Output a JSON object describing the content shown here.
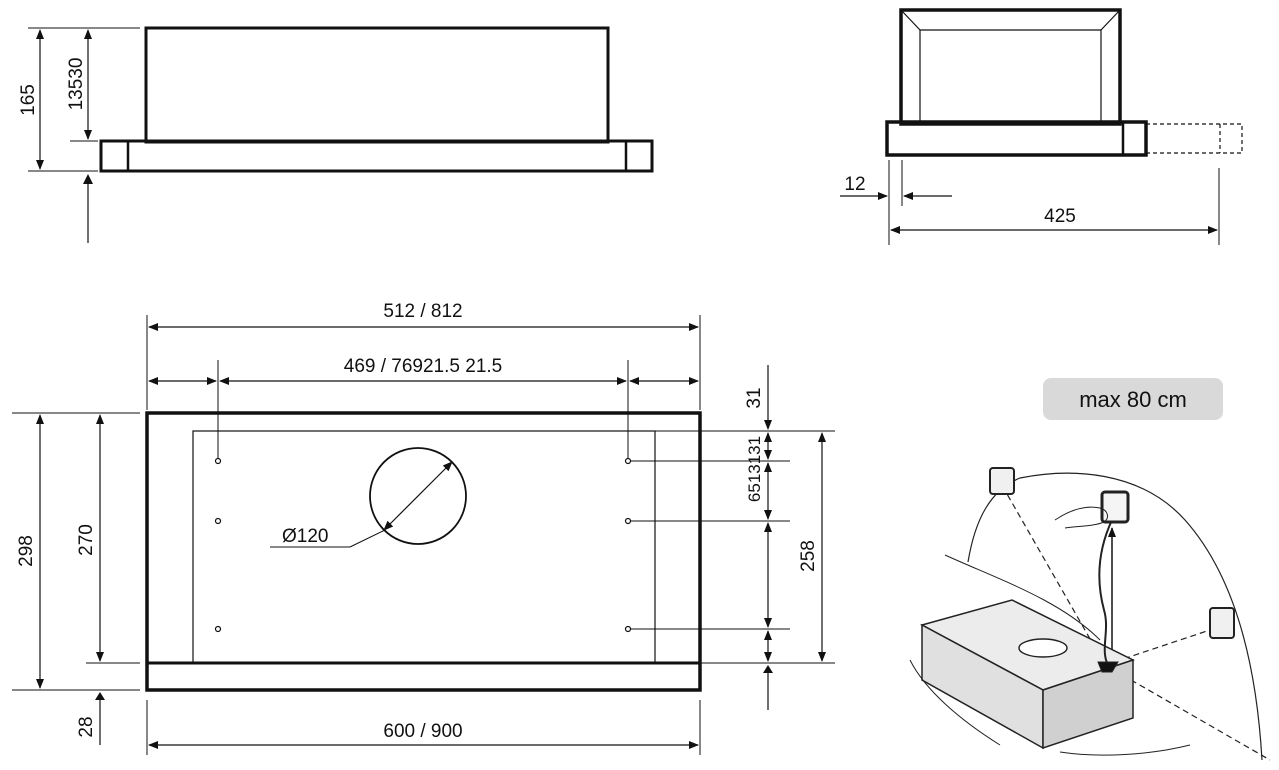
{
  "side_view": {
    "dim_total_height": "165",
    "dim_body_height": "13530"
  },
  "front_view": {
    "dim_offset": "12",
    "dim_depth": "425"
  },
  "top_view": {
    "dim_outer_width": "512 / 812",
    "dim_inner_width": "469 / 76921.5 21.5",
    "dim_depth": "298",
    "dim_inner_depth": "270",
    "dim_front_strip": "28",
    "dim_total_width": "600 / 900",
    "dim_top_offset": "31",
    "dim_hole_spacing": "6513131",
    "dim_right_depth": "258",
    "dim_duct_diameter": "Ø120"
  },
  "installation": {
    "max_distance_label": "max 80 cm"
  }
}
